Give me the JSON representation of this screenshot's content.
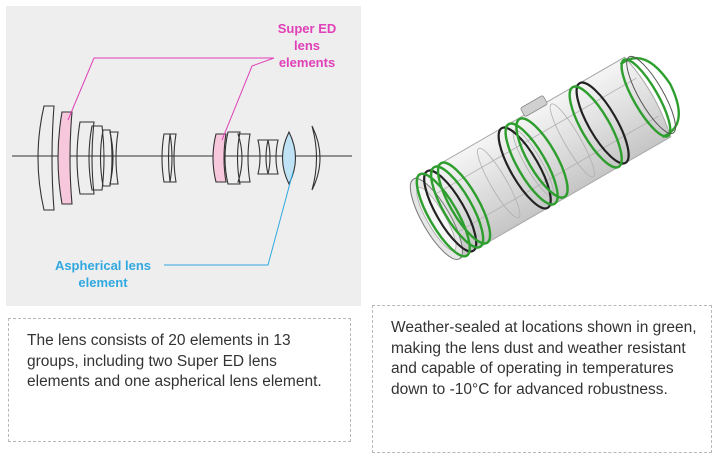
{
  "lens_diagram": {
    "super_ed_label": "Super ED\nlens\nelements",
    "super_ed_color": "#e040b8",
    "super_ed_fill": "#f7c8dc",
    "aspherical_label": "Aspherical lens\nelement",
    "aspherical_color": "#30a8e0",
    "aspherical_fill": "#bfe2f5"
  },
  "captions": {
    "left": "The lens consists of 20 elements in 13 groups, including two Super ED lens elements and one aspherical lens element.",
    "right": "Weather-sealed at locations shown in green, making the lens dust and weather resistant and capable of operating in temperatures down to -10°C for advanced robustness."
  },
  "seal_diagram": {
    "seal_color": "#2e9e2e"
  }
}
